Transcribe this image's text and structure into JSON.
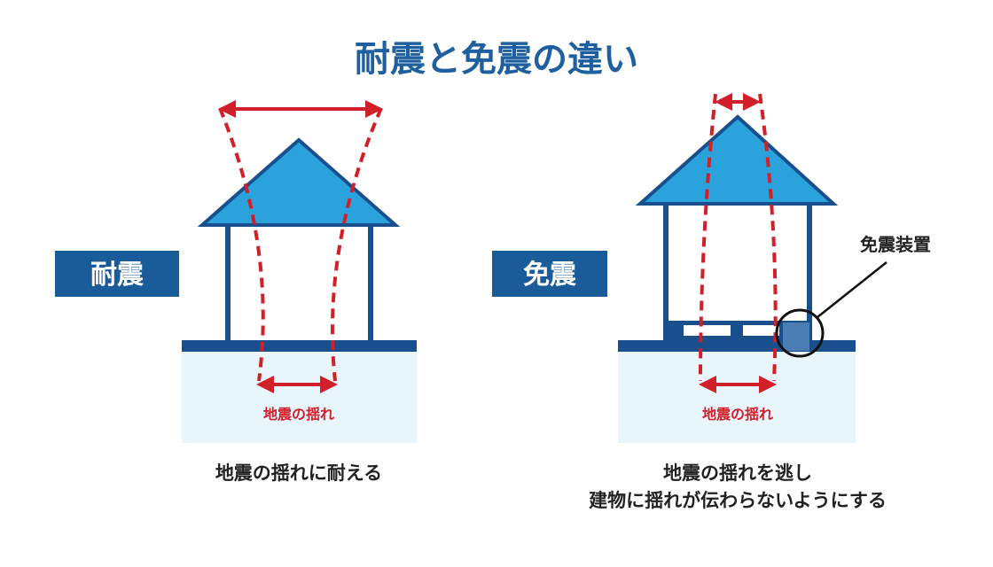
{
  "title": "耐震と免震の違い",
  "left": {
    "label": "耐震",
    "ground_label": "地震の揺れ",
    "caption": "地震の揺れに耐える"
  },
  "right": {
    "label": "免震",
    "ground_label": "地震の揺れ",
    "callout": "免震装置",
    "caption_line1": "地震の揺れを逃し",
    "caption_line2": "建物に揺れが伝わらないようにする"
  },
  "colors": {
    "title": "#1f5f9f",
    "label_box": "#1a5b99",
    "roof": "#2aa3dc",
    "structure": "#1a4f8e",
    "ground": "#e8f5fb",
    "red": "#d1202a",
    "isolator": "#4a7db3"
  },
  "icons": {
    "arrow": "double-headed-arrow-icon",
    "dashed": "dashed-sway-line-icon"
  }
}
